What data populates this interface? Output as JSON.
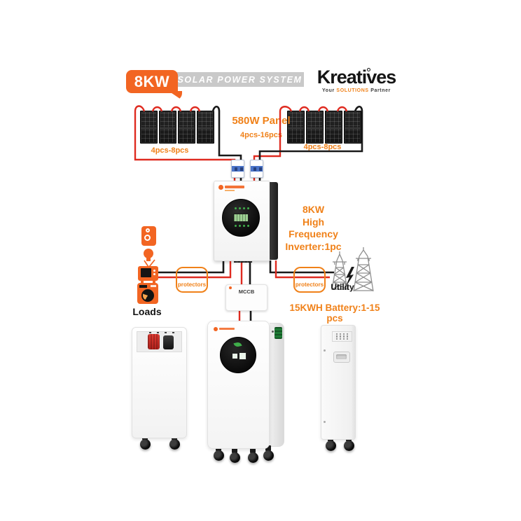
{
  "colors": {
    "accent_orange": "#F26522",
    "label_orange": "#F08119",
    "brand_dark": "#151515",
    "banner_gray": "#C9C9C9",
    "wire_red": "#DF2B20",
    "wire_black": "#1A1A1A",
    "breaker_blue": "#4A74C9",
    "tower_gray": "#8F8F8F",
    "display_green": "#3FAE4A"
  },
  "header": {
    "badge": "8KW",
    "banner": "SOLAR POWER SYSTEM",
    "brand_name": "Kreatives",
    "tagline_pre": "Your ",
    "tagline_mid": "SOLUTIONS",
    "tagline_post": " Partner"
  },
  "pv": {
    "title": "580W Panel",
    "subtitle": "4pcs-16pcs",
    "left_group_label": "4pcs-8pcs",
    "right_group_label": "4pcs-8pcs"
  },
  "inverter": {
    "line1": "8KW",
    "line2": "High Frequency",
    "line3": "Inverter:1pc"
  },
  "loads": {
    "label": "Loads"
  },
  "protectors": {
    "left": "protectors",
    "right": "protectors"
  },
  "mccb": {
    "label": "MCCB"
  },
  "utility": {
    "label": "Utility"
  },
  "battery": {
    "label": "15KWH Battery:1-15 pcs"
  }
}
